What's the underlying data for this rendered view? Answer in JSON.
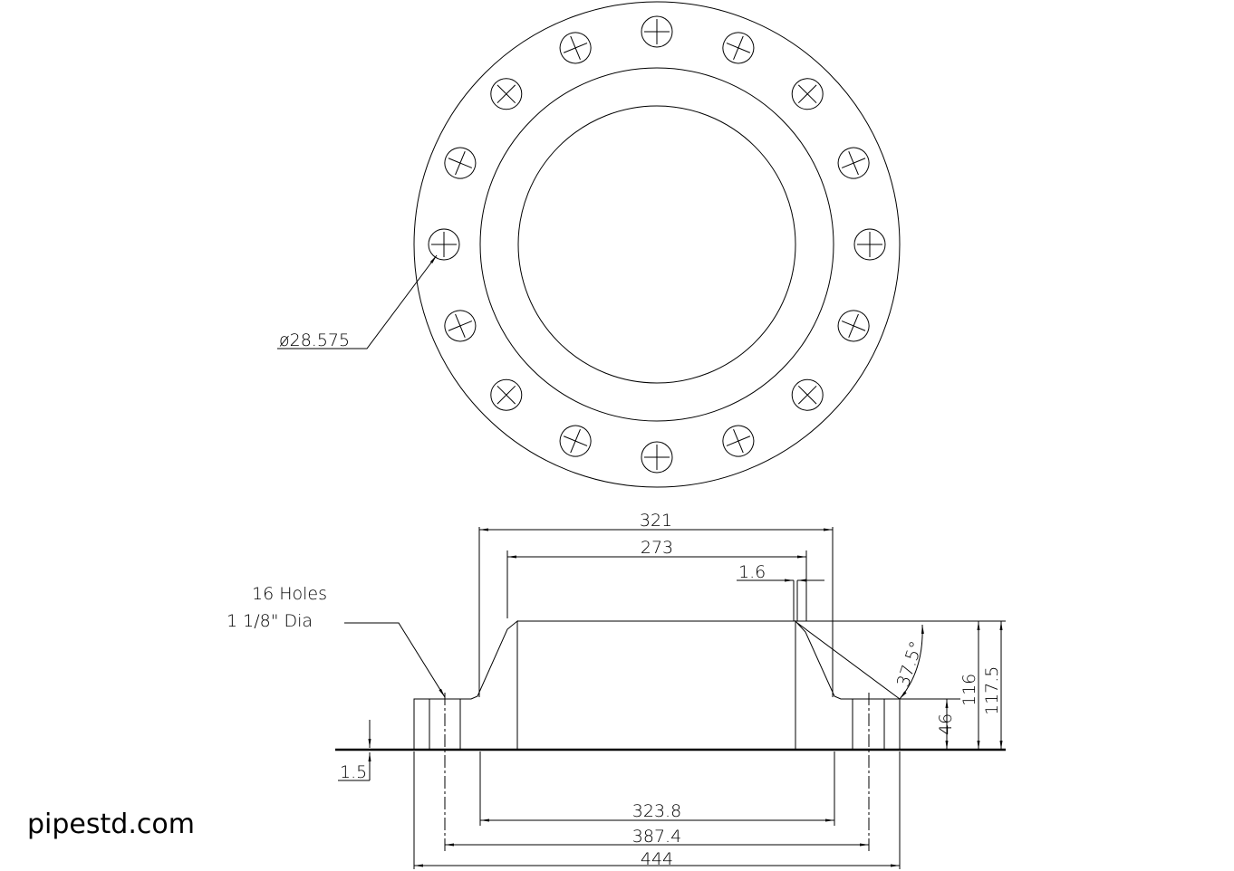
{
  "watermark": "pipestd.com",
  "plan_view": {
    "bolt_hole_count": 16,
    "hole_diameter_label": "ø28.575"
  },
  "section_view": {
    "holes_note_line1": "16 Holes",
    "holes_note_line2": "1 1/8\" Dia",
    "dim_hub_diameter": "321",
    "dim_pipe_od": "273",
    "dim_raised": "1.6",
    "dim_bevel_angle": "37.5°",
    "dim_flange_thickness": "46",
    "dim_length": "116",
    "dim_total_length": "117.5",
    "dim_raised_face_height": "1.5",
    "dim_raised_face_diameter": "323.8",
    "dim_bolt_circle": "387.4",
    "dim_outside_diameter": "444"
  }
}
